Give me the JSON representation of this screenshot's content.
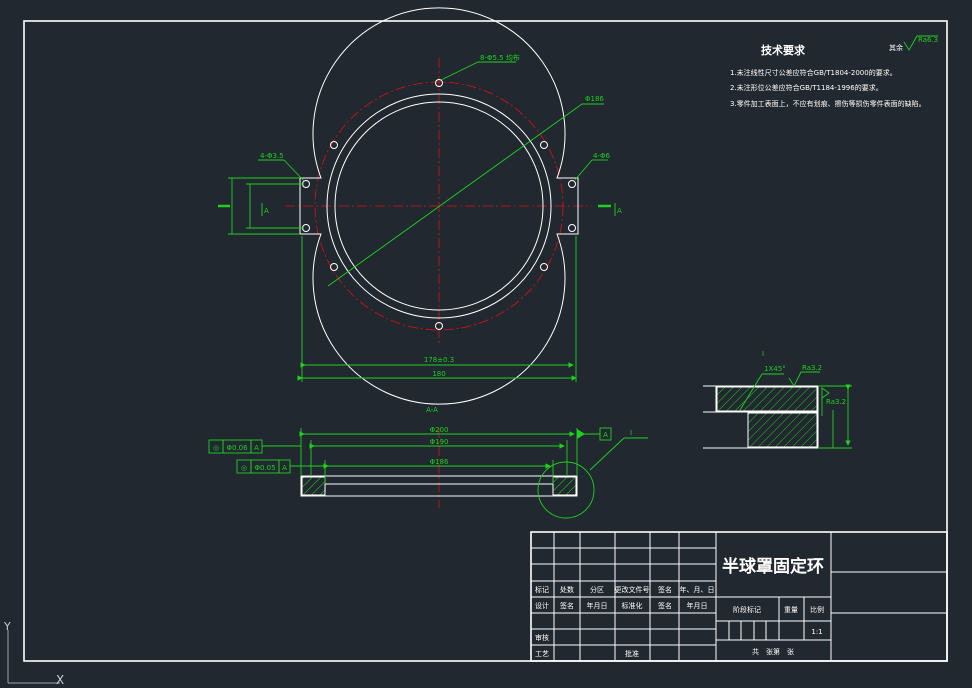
{
  "tech_requirements": {
    "title": "技术要求",
    "items": [
      "1.未注线性尺寸公差应符合GB/T1804-2000的要求。",
      "2.未注形位公差应符合GB/T1184-1996的要求。",
      "3.零件加工表面上，不应有划痕、擦伤等损伤零件表面的缺陷。"
    ]
  },
  "surface": {
    "rest_label": "其余",
    "rest_value": "Ra6.3",
    "ra32": "Ra3.2"
  },
  "plan_view": {
    "holes_label": "8-Φ5.5 均布",
    "dia_label": "Φ186",
    "left_hole_label": "4-Φ3.5",
    "right_hole_label": "4-Φ6",
    "dim_width_tol": "178±0.3",
    "dim_width": "180",
    "section_mark": "A"
  },
  "section_view": {
    "title": "A-A",
    "dim_outer": "Φ200",
    "dim_mid": "Φ190",
    "dim_inner": "Φ186",
    "detail_mark": "I",
    "datum": "A",
    "gdt1": {
      "sym": "◎",
      "val": "Φ0.06",
      "ref": "A"
    },
    "gdt2": {
      "sym": "◎",
      "val": "Φ0.05",
      "ref": "A"
    }
  },
  "detail_view": {
    "title": "I",
    "chamfer": "1X45°",
    "ra32": "Ra3.2"
  },
  "title_block": {
    "part_name": "半球罩固定环",
    "row_labels": [
      "标记",
      "处数",
      "分区",
      "更改文件号",
      "签名",
      "年、月、日"
    ],
    "row2_labels": [
      "设计",
      "签名",
      "年月日",
      "标准化",
      "签名",
      "年月日"
    ],
    "stage_label": "阶段标记",
    "weight_label": "重量",
    "scale_label": "比例",
    "scale_value": "1:1",
    "review_label": "审核",
    "process_label": "工艺",
    "approve_label": "批准",
    "sheet_text": "共　张第　张"
  },
  "ucs": {
    "x": "X",
    "y": "Y"
  }
}
